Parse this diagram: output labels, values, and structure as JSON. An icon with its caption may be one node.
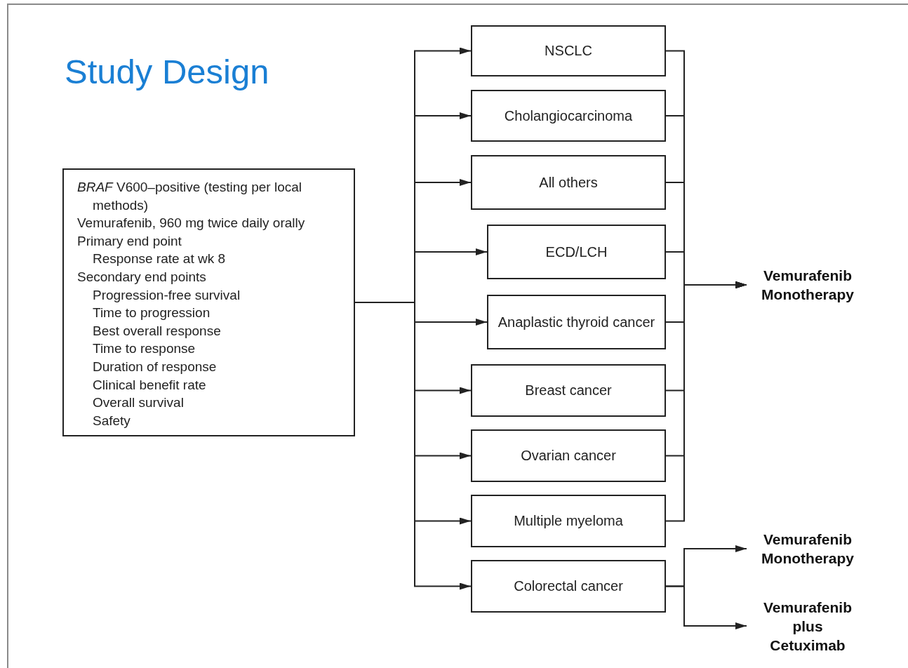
{
  "diagram": {
    "title": "Study Design",
    "nodes": [
      {
        "text": [
          "*BRAF* V600–positive (testing per local methods)",
          "Vemurafenib, 960 mg twice daily orally",
          "Primary end point",
          "Response rate at wk 8",
          "Secondary end points",
          "Progression-free survival",
          "Time to progression",
          "Best overall response",
          "Time to response",
          "Duration of response",
          "Clinical benefit rate",
          "Overall survival",
          "Safety"
        ]
      },
      {
        "text": [
          "NSCLC"
        ]
      },
      {
        "text": [
          "Cholangiocarcinoma"
        ]
      },
      {
        "text": [
          "All others"
        ]
      },
      {
        "text": [
          "ECD/LCH"
        ]
      },
      {
        "text": [
          "Anaplastic thyroid cancer"
        ]
      },
      {
        "text": [
          "Breast cancer"
        ]
      },
      {
        "text": [
          "Ovarian cancer"
        ]
      },
      {
        "text": [
          "Multiple myeloma"
        ]
      },
      {
        "text": [
          "Colorectal cancer"
        ]
      },
      {
        "text": [
          "Vemurafenib Monotherapy"
        ]
      },
      {
        "text": [
          "Vemurafenib Monotherapy"
        ]
      },
      {
        "text": [
          "Vemurafenib plus Cetuximab"
        ]
      }
    ],
    "edges": [
      {
        "from": 0,
        "to": 1,
        "arrow": "to"
      },
      {
        "from": 0,
        "to": 2,
        "arrow": "to"
      },
      {
        "from": 0,
        "to": 3,
        "arrow": "to"
      },
      {
        "from": 0,
        "to": 4,
        "arrow": "to"
      },
      {
        "from": 0,
        "to": 5,
        "arrow": "to"
      },
      {
        "from": 0,
        "to": 6,
        "arrow": "to"
      },
      {
        "from": 0,
        "to": 7,
        "arrow": "to"
      },
      {
        "from": 0,
        "to": 8,
        "arrow": "to"
      },
      {
        "from": 0,
        "to": 9,
        "arrow": "to"
      },
      {
        "from": 1,
        "to": 10,
        "arrow": "to"
      },
      {
        "from": 2,
        "to": 10,
        "arrow": "to"
      },
      {
        "from": 3,
        "to": 10,
        "arrow": "to"
      },
      {
        "from": 4,
        "to": 10,
        "arrow": "to"
      },
      {
        "from": 5,
        "to": 10,
        "arrow": "to"
      },
      {
        "from": 6,
        "to": 10,
        "arrow": "to"
      },
      {
        "from": 7,
        "to": 10,
        "arrow": "to"
      },
      {
        "from": 8,
        "to": 10,
        "arrow": "to"
      },
      {
        "from": 9,
        "to": 11,
        "arrow": "to"
      },
      {
        "from": 9,
        "to": 12,
        "arrow": "to"
      }
    ]
  }
}
